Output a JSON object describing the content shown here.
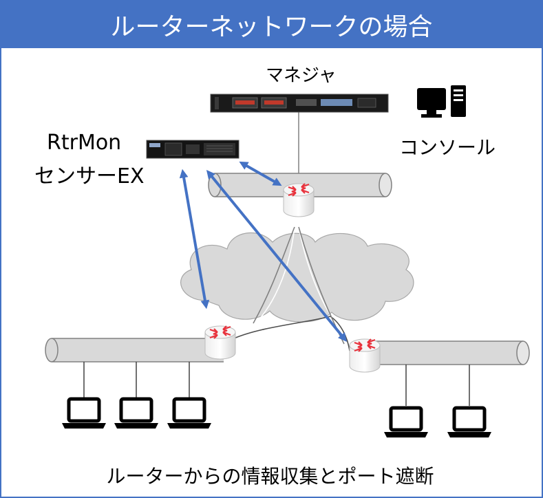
{
  "title": "ルーターネットワークの場合",
  "labels": {
    "manager": "マネジャ",
    "console": "コンソール",
    "sensor_line1": "RtrMon",
    "sensor_line2": "センサーEX",
    "caption": "ルーターからの情報収集とポート遮断"
  },
  "colors": {
    "accent": "#4472C4",
    "segment_fill": "#D9D9D9",
    "router_arrow": "#E8323C",
    "cloud_fill": "#D9D9D9"
  },
  "icons": [
    "server-icon",
    "sensor-appliance-icon",
    "desktop-pc-icon",
    "router-icon",
    "laptop-icon",
    "cloud-icon"
  ]
}
